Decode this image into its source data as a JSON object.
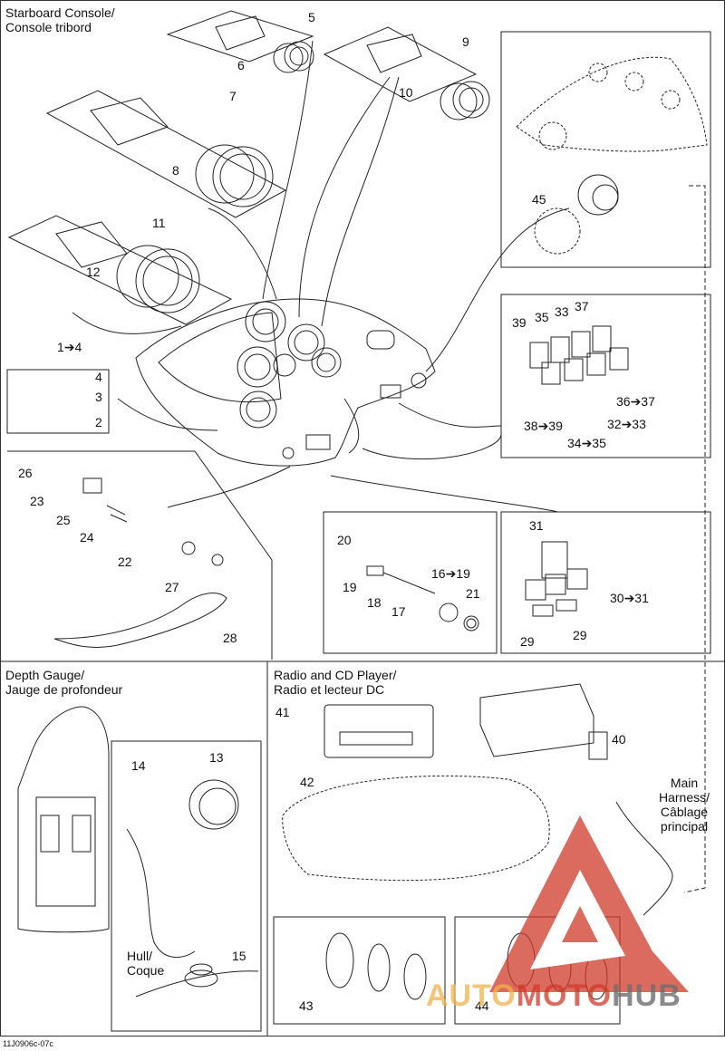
{
  "sections": {
    "starboard": "Starboard Console/\nConsole tribord",
    "depth": "Depth Gauge/\nJauge de profondeur",
    "radio": "Radio and CD Player/\nRadio et lecteur DC",
    "main_harness": "Main\nHarness/\nCâblage\nprincipal",
    "hull": "Hull/\nCoque"
  },
  "callouts": {
    "c5": "5",
    "c6": "6",
    "c9": "9",
    "c10": "10",
    "c7": "7",
    "c8": "8",
    "c11": "11",
    "c12": "12",
    "c45": "45",
    "c1_4": "1➔4",
    "c4": "4",
    "c3": "3",
    "c2": "2",
    "c39": "39",
    "c35": "35",
    "c33": "33",
    "c37": "37",
    "c36_37": "36➔37",
    "c38_39": "38➔39",
    "c32_33": "32➔33",
    "c34_35": "34➔35",
    "c26": "26",
    "c23": "23",
    "c25": "25",
    "c24": "24",
    "c22": "22",
    "c27": "27",
    "c28": "28",
    "c20": "20",
    "c19": "19",
    "c16_19": "16➔19",
    "c18": "18",
    "c17": "17",
    "c21": "21",
    "c31": "31",
    "c30_31": "30➔31",
    "c29a": "29",
    "c29b": "29",
    "c14": "14",
    "c13": "13",
    "c15": "15",
    "c41": "41",
    "c42": "42",
    "c40": "40",
    "c43": "43",
    "c44": "44"
  },
  "drawing_code": "11J0906c-07c",
  "watermark": {
    "part1": "AUTO",
    "part2": "MOTO",
    "part3": "HUB"
  },
  "colors": {
    "line": "#222222",
    "watermark_red": "#d03a2a",
    "watermark_orange": "#f2b24a",
    "watermark_grey": "#6d6d6d"
  }
}
